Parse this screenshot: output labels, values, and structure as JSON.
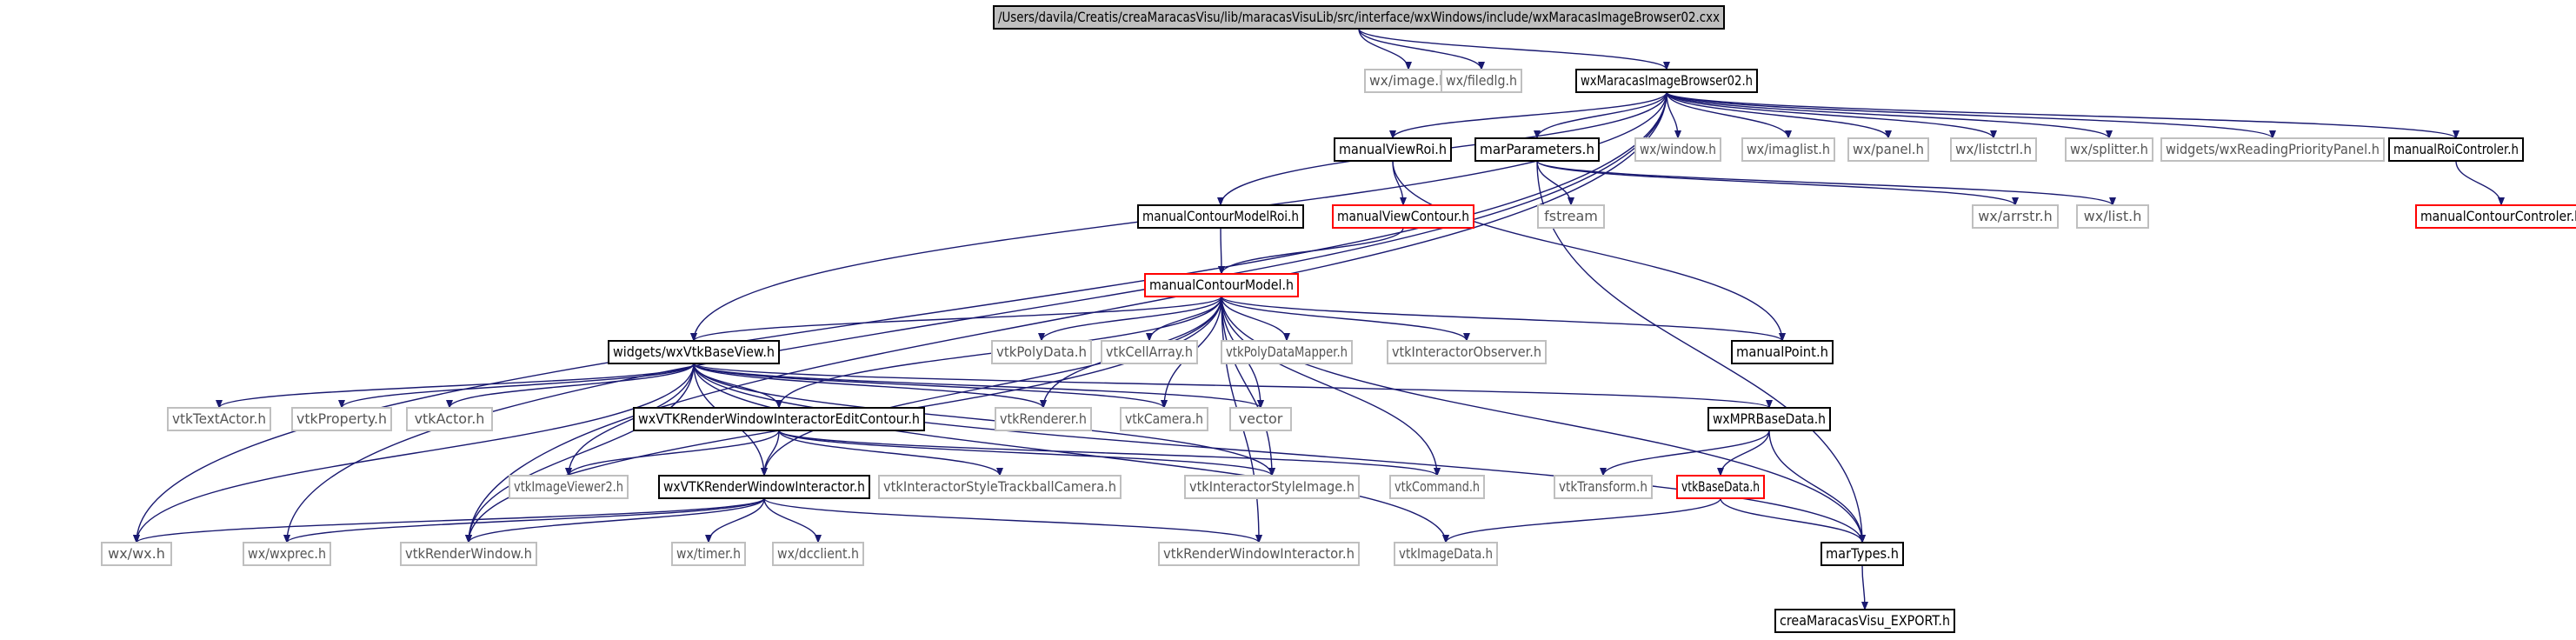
{
  "graph": {
    "colors": {
      "edge": "#191970",
      "root_fill": "#bfbfbf",
      "documented_border": "#000000",
      "undocumented_border": "#bfbfbf",
      "truncated_border": "#ff0000",
      "text": "#000000",
      "text_muted": "#555555"
    },
    "nodes": [
      {
        "id": "root",
        "label": "/Users/davila/Creatis/creaMaracasVisu/lib/maracasVisuLib/src/interface/wxWindows/include/wxMaracasImageBrowser02.cxx",
        "style": "root"
      },
      {
        "id": "wx_image",
        "label": "wx/image.h",
        "style": "undocumented"
      },
      {
        "id": "wx_filedlg",
        "label": "wx/filedlg.h",
        "style": "undocumented"
      },
      {
        "id": "browser02",
        "label": "wxMaracasImageBrowser02.h",
        "style": "documented"
      },
      {
        "id": "manualViewRoi",
        "label": "manualViewRoi.h",
        "style": "documented"
      },
      {
        "id": "marParameters",
        "label": "marParameters.h",
        "style": "documented"
      },
      {
        "id": "wx_window",
        "label": "wx/window.h",
        "style": "undocumented"
      },
      {
        "id": "wx_imaglist",
        "label": "wx/imaglist.h",
        "style": "undocumented"
      },
      {
        "id": "wx_panel",
        "label": "wx/panel.h",
        "style": "undocumented"
      },
      {
        "id": "wx_listctrl",
        "label": "wx/listctrl.h",
        "style": "undocumented"
      },
      {
        "id": "wx_splitter",
        "label": "wx/splitter.h",
        "style": "undocumented"
      },
      {
        "id": "wxReadingPriority",
        "label": "widgets/wxReadingPriorityPanel.h",
        "style": "undocumented"
      },
      {
        "id": "manualRoiControler",
        "label": "manualRoiControler.h",
        "style": "documented"
      },
      {
        "id": "manualContourModelRoi",
        "label": "manualContourModelRoi.h",
        "style": "documented"
      },
      {
        "id": "manualViewContour",
        "label": "manualViewContour.h",
        "style": "truncated"
      },
      {
        "id": "fstream",
        "label": "fstream",
        "style": "undocumented"
      },
      {
        "id": "wx_arrstr",
        "label": "wx/arrstr.h",
        "style": "undocumented"
      },
      {
        "id": "wx_list",
        "label": "wx/list.h",
        "style": "undocumented"
      },
      {
        "id": "manualContourControler",
        "label": "manualContourControler.h",
        "style": "truncated"
      },
      {
        "id": "manualContourModel",
        "label": "manualContourModel.h",
        "style": "truncated"
      },
      {
        "id": "wxVtkBaseView",
        "label": "widgets/wxVtkBaseView.h",
        "style": "documented"
      },
      {
        "id": "vtkPolyData",
        "label": "vtkPolyData.h",
        "style": "undocumented"
      },
      {
        "id": "vtkCellArray",
        "label": "vtkCellArray.h",
        "style": "undocumented"
      },
      {
        "id": "vtkPolyDataMapper",
        "label": "vtkPolyDataMapper.h",
        "style": "undocumented"
      },
      {
        "id": "vtkInteractorObserver",
        "label": "vtkInteractorObserver.h",
        "style": "undocumented"
      },
      {
        "id": "manualPoint",
        "label": "manualPoint.h",
        "style": "documented"
      },
      {
        "id": "vtkTextActor",
        "label": "vtkTextActor.h",
        "style": "undocumented"
      },
      {
        "id": "vtkProperty",
        "label": "vtkProperty.h",
        "style": "undocumented"
      },
      {
        "id": "vtkActor",
        "label": "vtkActor.h",
        "style": "undocumented"
      },
      {
        "id": "wxVTKRWIEditContour",
        "label": "wxVTKRenderWindowInteractorEditContour.h",
        "style": "documented"
      },
      {
        "id": "vtkRenderer",
        "label": "vtkRenderer.h",
        "style": "undocumented"
      },
      {
        "id": "vtkCamera",
        "label": "vtkCamera.h",
        "style": "undocumented"
      },
      {
        "id": "vector",
        "label": "vector",
        "style": "undocumented"
      },
      {
        "id": "wxMPRBaseData",
        "label": "wxMPRBaseData.h",
        "style": "documented"
      },
      {
        "id": "vtkImageViewer2",
        "label": "vtkImageViewer2.h",
        "style": "undocumented"
      },
      {
        "id": "wxVTKRWI",
        "label": "wxVTKRenderWindowInteractor.h",
        "style": "documented"
      },
      {
        "id": "vtkInteractorStyleTrackballCamera",
        "label": "vtkInteractorStyleTrackballCamera.h",
        "style": "undocumented"
      },
      {
        "id": "vtkInteractorStyleImage",
        "label": "vtkInteractorStyleImage.h",
        "style": "undocumented"
      },
      {
        "id": "vtkCommand",
        "label": "vtkCommand.h",
        "style": "undocumented"
      },
      {
        "id": "vtkTransform",
        "label": "vtkTransform.h",
        "style": "undocumented"
      },
      {
        "id": "vtkBaseData",
        "label": "vtkBaseData.h",
        "style": "truncated"
      },
      {
        "id": "wx_wx",
        "label": "wx/wx.h",
        "style": "undocumented"
      },
      {
        "id": "wx_wxprec",
        "label": "wx/wxprec.h",
        "style": "undocumented"
      },
      {
        "id": "vtkRenderWindow",
        "label": "vtkRenderWindow.h",
        "style": "undocumented"
      },
      {
        "id": "wx_timer",
        "label": "wx/timer.h",
        "style": "undocumented"
      },
      {
        "id": "wx_dcclient",
        "label": "wx/dcclient.h",
        "style": "undocumented"
      },
      {
        "id": "vtkRenderWindowInteractor",
        "label": "vtkRenderWindowInteractor.h",
        "style": "undocumented"
      },
      {
        "id": "vtkImageData",
        "label": "vtkImageData.h",
        "style": "undocumented"
      },
      {
        "id": "marTypes",
        "label": "marTypes.h",
        "style": "documented"
      },
      {
        "id": "creaMaracasVisuExport",
        "label": "creaMaracasVisu_EXPORT.h",
        "style": "documented"
      }
    ],
    "edges": [
      [
        "root",
        "wx_image"
      ],
      [
        "root",
        "wx_filedlg"
      ],
      [
        "root",
        "browser02"
      ],
      [
        "browser02",
        "wxVtkBaseView"
      ],
      [
        "browser02",
        "manualContourModelRoi"
      ],
      [
        "browser02",
        "manualViewRoi"
      ],
      [
        "browser02",
        "marParameters"
      ],
      [
        "browser02",
        "wx_window"
      ],
      [
        "browser02",
        "wx_imaglist"
      ],
      [
        "browser02",
        "wx_panel"
      ],
      [
        "browser02",
        "wx_listctrl"
      ],
      [
        "browser02",
        "wx_splitter"
      ],
      [
        "browser02",
        "wxReadingPriority"
      ],
      [
        "browser02",
        "manualRoiControler"
      ],
      [
        "browser02",
        "wx_wx"
      ],
      [
        "browser02",
        "wx_wxprec"
      ],
      [
        "browser02",
        "vtkRenderWindow"
      ],
      [
        "manualRoiControler",
        "manualContourControler"
      ],
      [
        "manualViewRoi",
        "manualViewContour"
      ],
      [
        "manualViewRoi",
        "manualPoint"
      ],
      [
        "marParameters",
        "fstream"
      ],
      [
        "marParameters",
        "wx_arrstr"
      ],
      [
        "marParameters",
        "wx_list"
      ],
      [
        "marParameters",
        "marTypes"
      ],
      [
        "manualContourModelRoi",
        "manualContourModel"
      ],
      [
        "manualViewContour",
        "manualContourModel"
      ],
      [
        "manualContourModel",
        "wxVtkBaseView"
      ],
      [
        "manualContourModel",
        "vtkPolyData"
      ],
      [
        "manualContourModel",
        "vtkCellArray"
      ],
      [
        "manualContourModel",
        "vtkPolyDataMapper"
      ],
      [
        "manualContourModel",
        "vtkInteractorObserver"
      ],
      [
        "manualContourModel",
        "manualPoint"
      ],
      [
        "manualContourModel",
        "marTypes"
      ],
      [
        "manualContourModel",
        "vtkRenderer"
      ],
      [
        "manualContourModel",
        "vtkCamera"
      ],
      [
        "manualContourModel",
        "vector"
      ],
      [
        "manualContourModel",
        "wxVTKRWIEditContour"
      ],
      [
        "manualContourModel",
        "wxVTKRWI"
      ],
      [
        "manualContourModel",
        "vtkInteractorStyleImage"
      ],
      [
        "manualContourModel",
        "vtkCommand"
      ],
      [
        "manualContourModel",
        "vtkRenderWindowInteractor"
      ],
      [
        "manualContourModel",
        "vtkRenderWindow"
      ],
      [
        "wxVtkBaseView",
        "vtkTextActor"
      ],
      [
        "wxVtkBaseView",
        "vtkProperty"
      ],
      [
        "wxVtkBaseView",
        "vtkActor"
      ],
      [
        "wxVtkBaseView",
        "wxVTKRWIEditContour"
      ],
      [
        "wxVtkBaseView",
        "vtkRenderer"
      ],
      [
        "wxVtkBaseView",
        "vtkCamera"
      ],
      [
        "wxVtkBaseView",
        "vector"
      ],
      [
        "wxVtkBaseView",
        "wxMPRBaseData"
      ],
      [
        "wxVtkBaseView",
        "marTypes"
      ],
      [
        "wxVtkBaseView",
        "vtkImageViewer2"
      ],
      [
        "wxVtkBaseView",
        "wxVTKRWI"
      ],
      [
        "wxVtkBaseView",
        "vtkInteractorStyleImage"
      ],
      [
        "wxVtkBaseView",
        "vtkImageData"
      ],
      [
        "wxVtkBaseView",
        "wx_wx"
      ],
      [
        "wxVtkBaseView",
        "vtkRenderWindow"
      ],
      [
        "wxVTKRWIEditContour",
        "vtkImageViewer2"
      ],
      [
        "wxVTKRWIEditContour",
        "wxVTKRWI"
      ],
      [
        "wxVTKRWIEditContour",
        "vtkInteractorStyleTrackballCamera"
      ],
      [
        "wxVTKRWIEditContour",
        "vtkInteractorStyleImage"
      ],
      [
        "wxVTKRWIEditContour",
        "vtkCommand"
      ],
      [
        "wxVTKRWI",
        "wx_wx"
      ],
      [
        "wxVTKRWI",
        "wx_wxprec"
      ],
      [
        "wxVTKRWI",
        "vtkRenderWindow"
      ],
      [
        "wxVTKRWI",
        "wx_timer"
      ],
      [
        "wxVTKRWI",
        "wx_dcclient"
      ],
      [
        "wxVTKRWI",
        "vtkRenderWindowInteractor"
      ],
      [
        "wxMPRBaseData",
        "vtkTransform"
      ],
      [
        "wxMPRBaseData",
        "vtkBaseData"
      ],
      [
        "wxMPRBaseData",
        "marTypes"
      ],
      [
        "vtkBaseData",
        "vtkImageData"
      ],
      [
        "vtkBaseData",
        "marTypes"
      ],
      [
        "marTypes",
        "creaMaracasVisuExport"
      ]
    ]
  }
}
